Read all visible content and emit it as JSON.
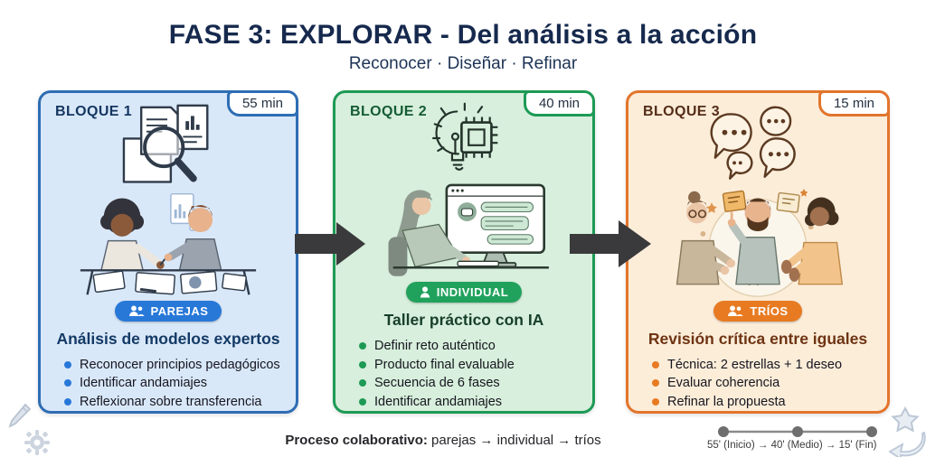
{
  "header": {
    "title": "FASE 3: EXPLORAR - Del análisis a la acción",
    "subtitle": "Reconocer · Diseñar · Refinar"
  },
  "blocks": [
    {
      "label": "BLOQUE 1",
      "duration": "55 min",
      "badge": {
        "label": "PAREJAS",
        "icon": "two-people-icon"
      },
      "heading": "Análisis de modelos expertos",
      "bullets": [
        "Reconocer principios pedagógicos",
        "Identificar andamiajes",
        "Reflexionar sobre transferencia"
      ],
      "illustrations": [
        "documents-magnifier-icon",
        "two-people-working-scene"
      ],
      "colors": {
        "border": "#2e6db4",
        "background": "#d9e8f9",
        "badge": "#2878d8",
        "heading": "#143a66"
      }
    },
    {
      "label": "BLOQUE 2",
      "duration": "40 min",
      "badge": {
        "label": "INDIVIDUAL",
        "icon": "single-person-icon"
      },
      "heading": "Taller práctico con IA",
      "bullets": [
        "Definir reto auténtico",
        "Producto final evaluable",
        "Secuencia de 6 fases",
        "Identificar andamiajes"
      ],
      "illustrations": [
        "lightbulb-chip-icon",
        "person-at-computer-scene"
      ],
      "colors": {
        "border": "#1d9a55",
        "background": "#d7efdc",
        "badge": "#21a25c",
        "heading": "#173f2a"
      }
    },
    {
      "label": "BLOQUE 3",
      "duration": "15 min",
      "badge": {
        "label": "TRÍOS",
        "icon": "two-people-icon"
      },
      "heading": "Revisión crítica entre iguales",
      "bullets": [
        "Técnica: 2 estrellas + 1 deseo",
        "Evaluar coherencia",
        "Refinar la propuesta"
      ],
      "illustrations": [
        "speech-bubbles-icon",
        "three-people-discussion-scene"
      ],
      "colors": {
        "border": "#e2752c",
        "background": "#fcedd9",
        "badge": "#e87b22",
        "heading": "#6e3413"
      }
    }
  ],
  "arrows": {
    "icon": "right-block-arrow",
    "color": "#3a3a3c"
  },
  "footer": {
    "process_label": "Proceso colaborativo:",
    "process_value": " parejas → individual → tríos",
    "timeline_label": "55' (Inicio) → 40' (Medio) → 15' (Fin)"
  },
  "decorations": {
    "icons": [
      "pencil-icon",
      "gear-icon",
      "star-icon",
      "curved-arrow-icon"
    ],
    "color": "#c4cdd9"
  }
}
